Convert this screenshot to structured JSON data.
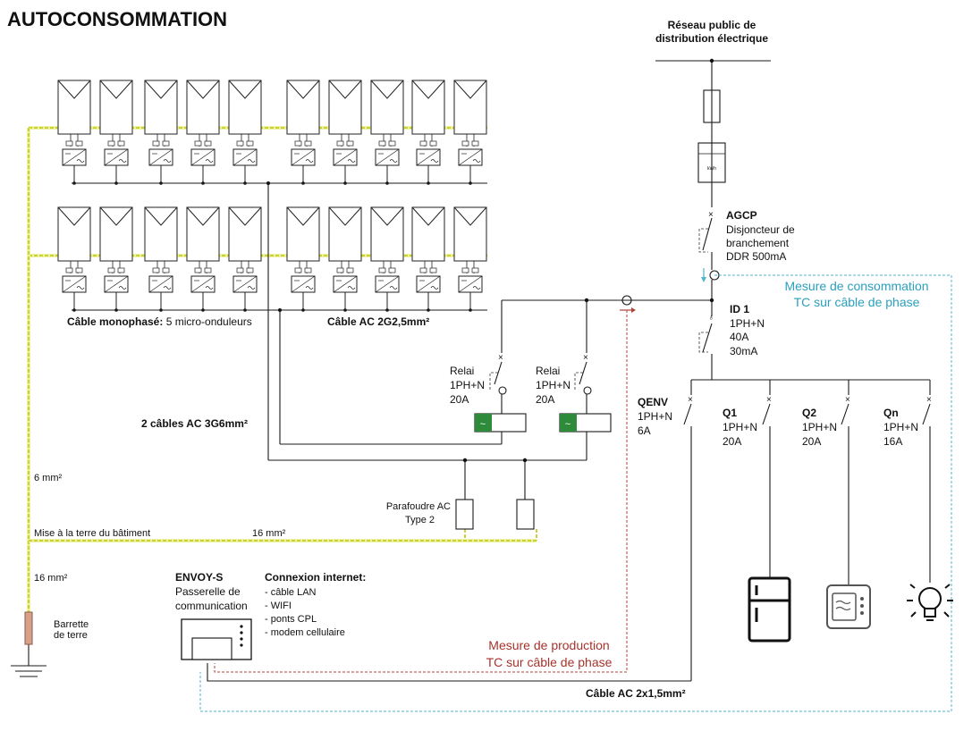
{
  "title": "AUTOCONSOMMATION",
  "grid": {
    "label_line1": "Réseau public de",
    "label_line2": "distribution électrique",
    "meter_label": "kWh"
  },
  "agcp": {
    "name": "AGCP",
    "line1": "Disjoncteur de",
    "line2": "branchement",
    "line3": "DDR 500mA"
  },
  "id1": {
    "name": "ID 1",
    "line1": "1PH+N",
    "line2": "40A",
    "line3": "30mA"
  },
  "consumption_measure": {
    "line1": "Mesure de consommation",
    "line2": "TC sur câble de phase"
  },
  "production_measure": {
    "line1": "Mesure de production",
    "line2": "TC sur câble de phase"
  },
  "pv": {
    "cable_mono_bold": "Câble monophasé:",
    "cable_mono_rest": "5 micro-onduleurs",
    "cable_ac": "Câble AC 2G2,5mm²",
    "two_cables": "2 câbles AC 3G6mm²"
  },
  "relays": [
    {
      "name": "Relai",
      "line1": "1PH+N",
      "line2": "20A"
    },
    {
      "name": "Relai",
      "line1": "1PH+N",
      "line2": "20A"
    }
  ],
  "surge": {
    "line1": "Parafoudre AC",
    "line2": "Type 2"
  },
  "circuits": [
    {
      "name": "QENV",
      "line1": "1PH+N",
      "line2": "6A"
    },
    {
      "name": "Q1",
      "line1": "1PH+N",
      "line2": "20A"
    },
    {
      "name": "Q2",
      "line1": "1PH+N",
      "line2": "20A"
    },
    {
      "name": "Qn",
      "line1": "1PH+N",
      "line2": "16A"
    }
  ],
  "earthing": {
    "six_mm": "6 mm²",
    "building_earth": "Mise à la terre du bâtiment",
    "sixteen_mm_a": "16 mm²",
    "sixteen_mm_b": "16 mm²",
    "bar_line1": "Barrette",
    "bar_line2": "de terre"
  },
  "envoy": {
    "name": "ENVOY-S",
    "line1": "Passerelle de",
    "line2": "communication",
    "internet_title": "Connexion internet:",
    "internet_items": [
      "- câble LAN",
      "- WIFI",
      "- ponts CPL",
      "- modem cellulaire"
    ]
  },
  "bottom_cable": "Câble AC 2x1,5mm²",
  "loads": {
    "fridge": "fridge-icon",
    "microwave": "microwave-icon",
    "bulb": "lightbulb-icon"
  },
  "colors": {
    "earth": "#c8d23a",
    "consumption": "#2a9fbf",
    "production": "#a6332c",
    "relay_green": "#2e8b3a"
  }
}
